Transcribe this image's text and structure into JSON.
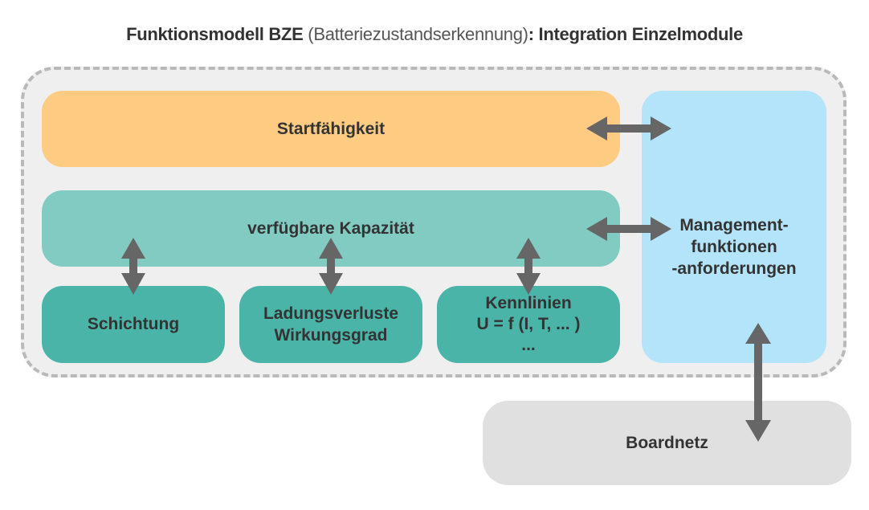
{
  "title": {
    "part1": "Funktionsmodell BZE ",
    "part2": "(Batteriezustandserkennung)",
    "part3": ": Integration Einzelmodule"
  },
  "boxes": {
    "startfaehigkeit": "Startfähigkeit",
    "kapazitaet": "verfügbare Kapazität",
    "schichtung": "Schichtung",
    "ladungsverluste": [
      "Ladungsverluste",
      "Wirkungsgrad"
    ],
    "kennlinien": [
      "Kennlinien",
      "U = f (I, T, ... )",
      "..."
    ],
    "management": [
      "Management-",
      "funktionen",
      "-anforderungen"
    ],
    "boardnetz": "Boardnetz"
  },
  "colors": {
    "startfaehigkeit": "#fecb82",
    "kapazitaet": "#81cbc2",
    "einzelmodule": "#4bb4a9",
    "management": "#b3e4fa",
    "boardnetz": "#e0e0e0",
    "arrow": "#666666",
    "container": "#efefef"
  },
  "connections": [
    {
      "from": "startfaehigkeit",
      "to": "management",
      "type": "bidirectional"
    },
    {
      "from": "kapazitaet",
      "to": "management",
      "type": "bidirectional"
    },
    {
      "from": "schichtung",
      "to": "kapazitaet",
      "type": "bidirectional"
    },
    {
      "from": "ladungsverluste",
      "to": "kapazitaet",
      "type": "bidirectional"
    },
    {
      "from": "kennlinien",
      "to": "kapazitaet",
      "type": "bidirectional"
    },
    {
      "from": "management",
      "to": "boardnetz",
      "type": "bidirectional"
    }
  ]
}
